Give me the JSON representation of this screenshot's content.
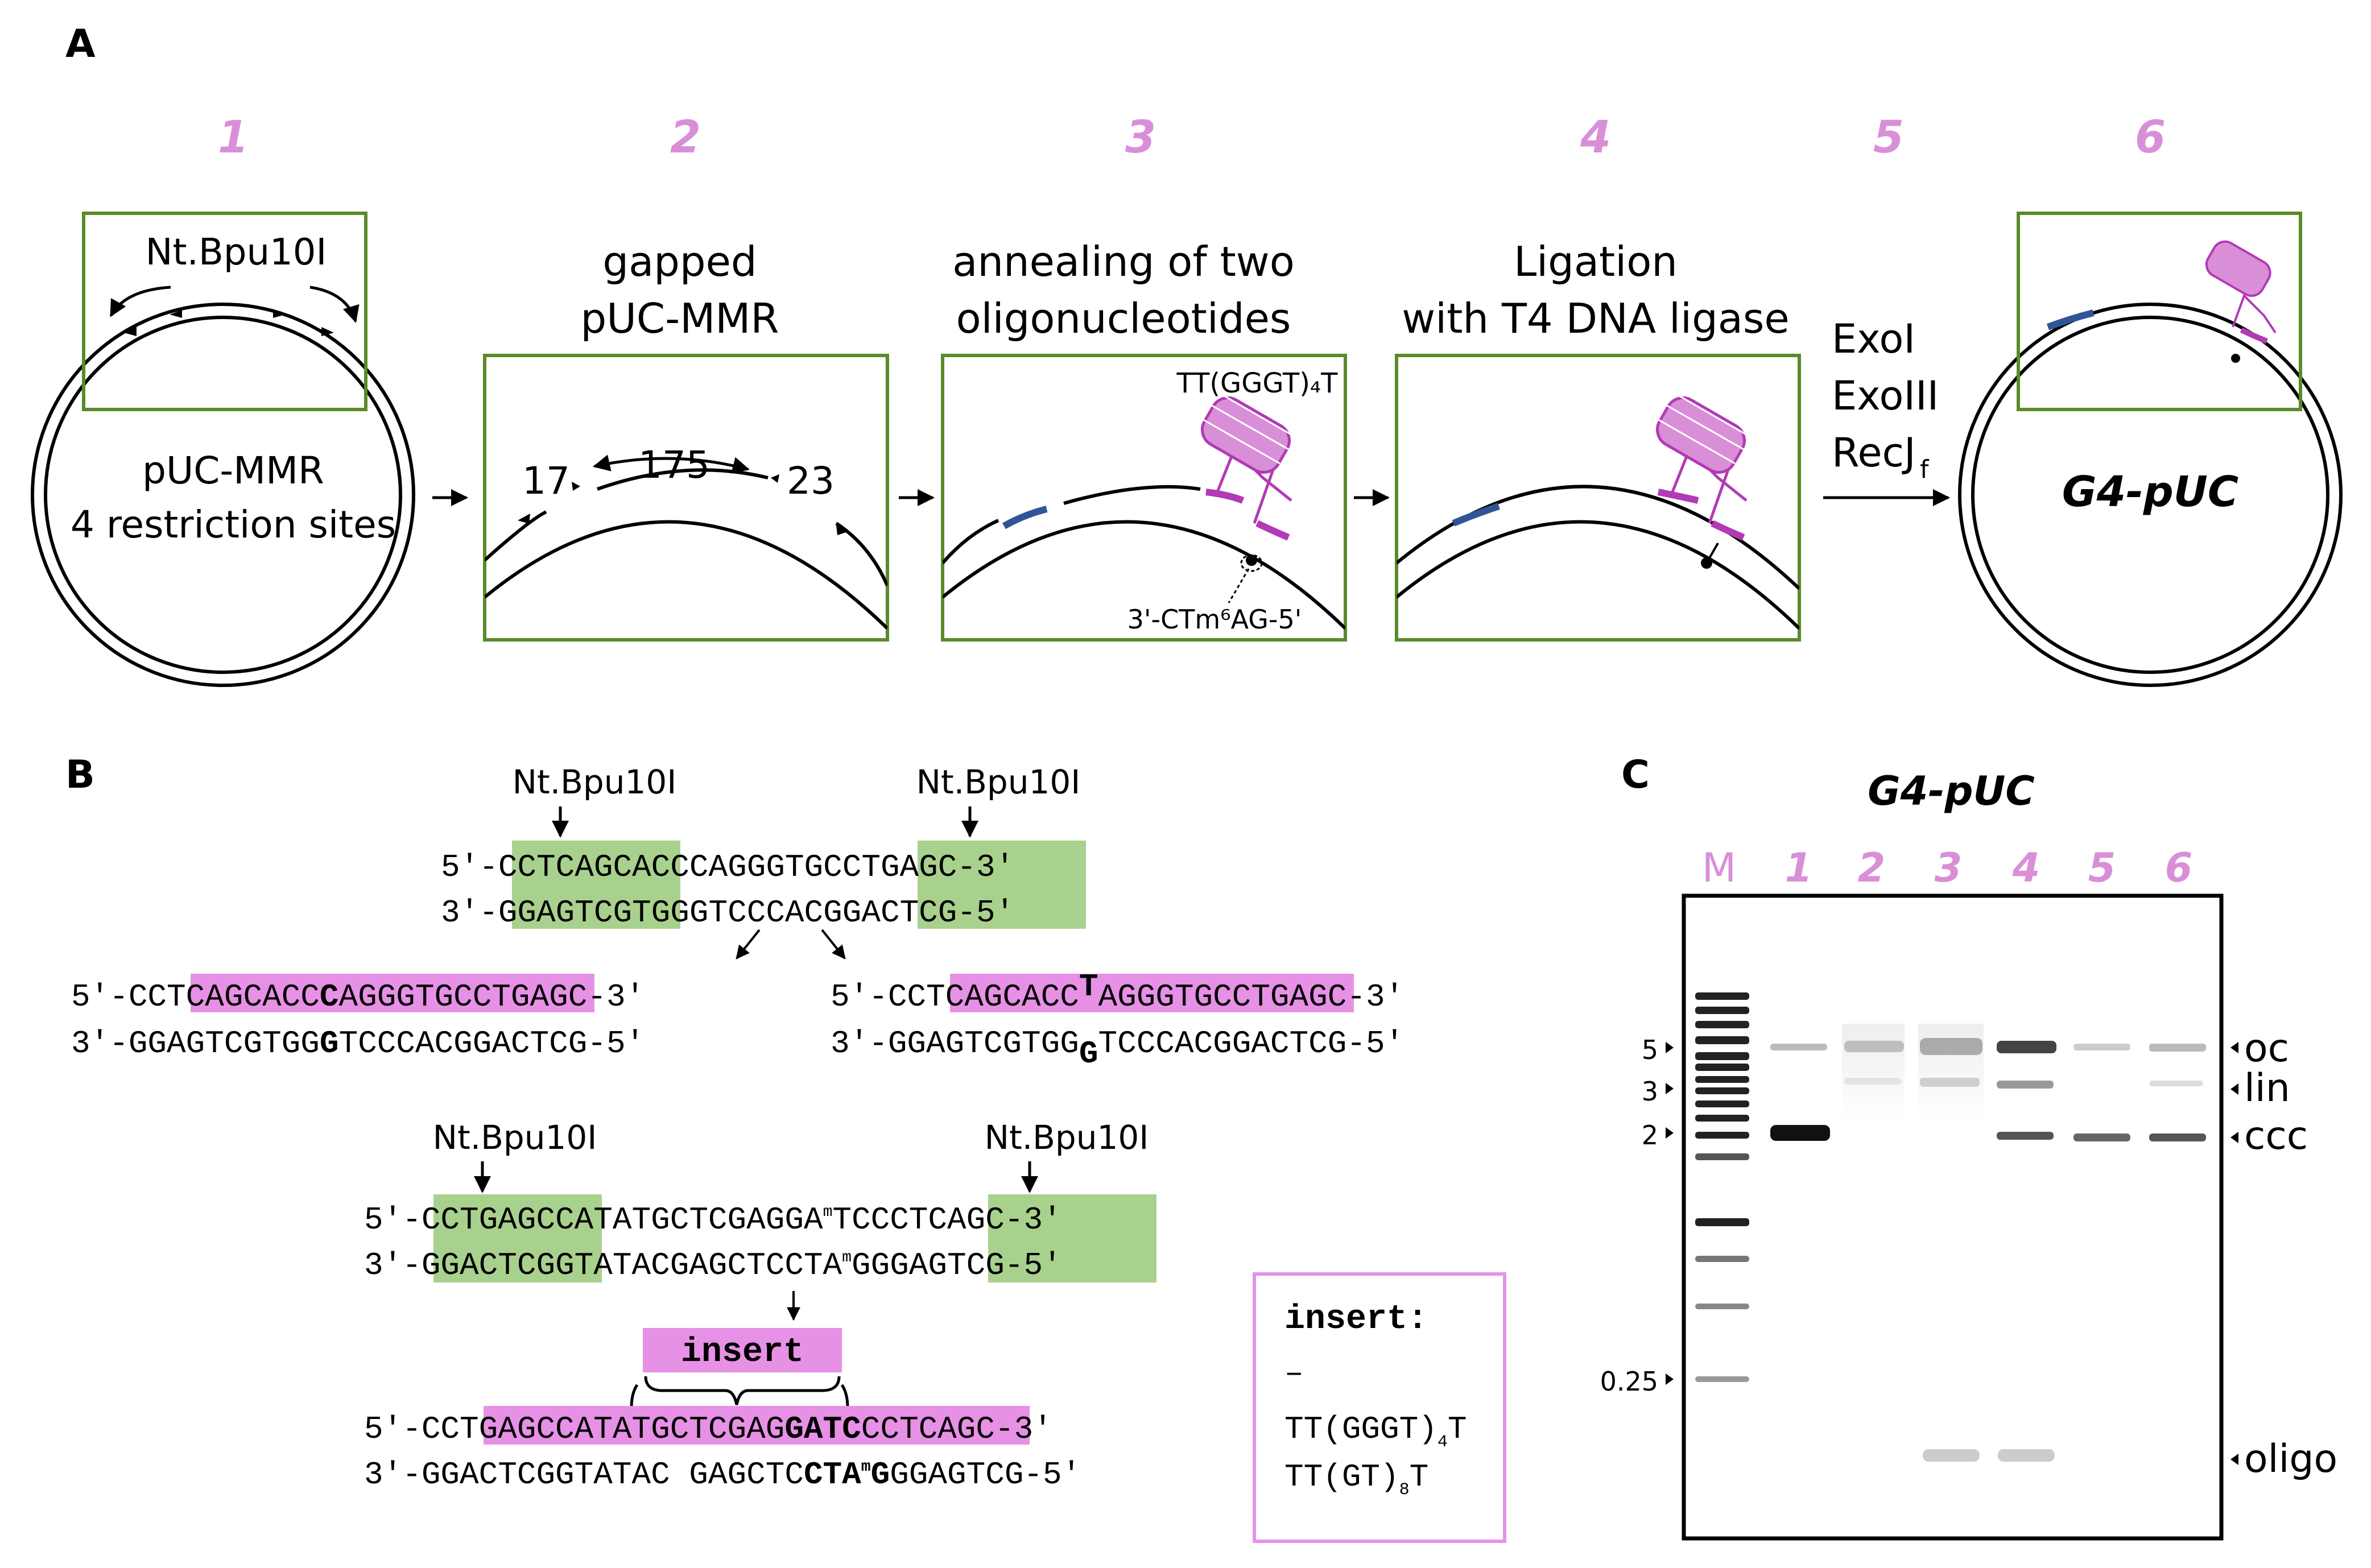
{
  "panelA": {
    "label": "A",
    "step_numbers": [
      "1",
      "2",
      "3",
      "4",
      "5",
      "6"
    ],
    "plasmid": {
      "enzyme": "Nt.Bpu10I",
      "name": "pUC-MMR",
      "sites": "4 restriction sites"
    },
    "step2": {
      "title_line1": "gapped",
      "title_line2": "pUC-MMR",
      "gap_left": "17",
      "gap_middle": "175",
      "gap_right": "23"
    },
    "step3": {
      "title_line1": "annealing of two",
      "title_line2": "oligonucleotides",
      "g4_oligo": "TT(GGGT)₄T",
      "methyl_oligo": "3'-CTm⁶AG-5'"
    },
    "step4": {
      "title_line1": "Ligation",
      "title_line2": "with T4 DNA ligase"
    },
    "step5": {
      "enzymes": [
        "ExoI",
        "ExoIII",
        "RecJ"
      ],
      "recj_subscript": "f"
    },
    "step6": {
      "product": "G4-pUC"
    }
  },
  "panelB": {
    "label": "B",
    "enzyme": "Nt.Bpu10I",
    "site1": {
      "top": {
        "prefix": "5'-",
        "green1": "CCTCAGC",
        "middle": "ACCCAGGGTG",
        "green2": "CCTGAGC",
        "suffix": "-3'"
      },
      "bottom": {
        "prefix": "3'-",
        "green1": "GGAGTCG",
        "middle": "TGGGTCCCAC",
        "green2": "GGACTCG",
        "suffix": "-5'"
      }
    },
    "product_left": {
      "top": {
        "prefix": "5'-CC",
        "pink1": "TCAGCACC",
        "bold": "C",
        "pink2": "AGGGTGCC",
        "suffix": "TGAGC-3'"
      },
      "bottom": {
        "prefix": "3'-GGAGTCGTGG",
        "bold": "G",
        "suffix": "TCCCACGGACTCG-5'"
      }
    },
    "product_right": {
      "top": {
        "prefix": "5'-CC",
        "pink1": "TCAGCACC",
        "bold": "T",
        "pink2": "AGGGTGCC",
        "suffix": "TGAGC-3'"
      },
      "bottom": {
        "prefix": "3'-GGAGTCGTGG",
        "bold": "G",
        "suffix": "TCCCACGGACTCG-5'"
      }
    },
    "site2": {
      "top": {
        "prefix": "5'-",
        "green1": "CCTGAGC",
        "middle": "CATATGCTCGAGGA",
        "sup": "m",
        "middle2": "TC",
        "green2": "CCTCAGC",
        "suffix": "-3'"
      },
      "bottom": {
        "prefix": "3'-",
        "green1": "GGACTCG",
        "middle": "GTATACGAGCTCCTA",
        "sup": "m",
        "middle2": "G",
        "green2": "GGAGTCG",
        "suffix": "-5'"
      }
    },
    "insert_label": "insert",
    "insert_product": {
      "top": {
        "prefix": "5'-CC",
        "pink1": "TGAGCCATATG",
        "pink2": "CTCGAG",
        "pink_bold": "GATC",
        "pink3": "C",
        "suffix": "CTCAGC-3'"
      },
      "bottom": {
        "prefix": "3'-GGACTCGGTATAC GAGCTC",
        "bold1": "CTA",
        "sup": "m",
        "bold2": "G",
        "suffix": "GGAGTCG-5'"
      }
    },
    "insert_box": {
      "title": "insert:",
      "dash": "–",
      "seq1": "TT(GGGT)",
      "seq1_sub": "4",
      "seq1_end": "T",
      "seq2": "TT(GT)",
      "seq2_sub": "8",
      "seq2_end": "T"
    }
  },
  "panelC": {
    "label": "C",
    "title": "G4-pUC",
    "lanes": [
      "M",
      "1",
      "2",
      "3",
      "4",
      "5",
      "6"
    ],
    "markers": [
      "5",
      "3",
      "2",
      "0.25"
    ],
    "bands": [
      "oc",
      "lin",
      "ccc",
      "oligo"
    ]
  },
  "colors": {
    "pink_label": "#d98fd8",
    "frame_green": "#5a8a2a",
    "site_green": "#a9d18e",
    "highlight_pink": "#e691e6",
    "g4_magenta": "#b23ab5",
    "blue_strand": "#2f5597"
  }
}
